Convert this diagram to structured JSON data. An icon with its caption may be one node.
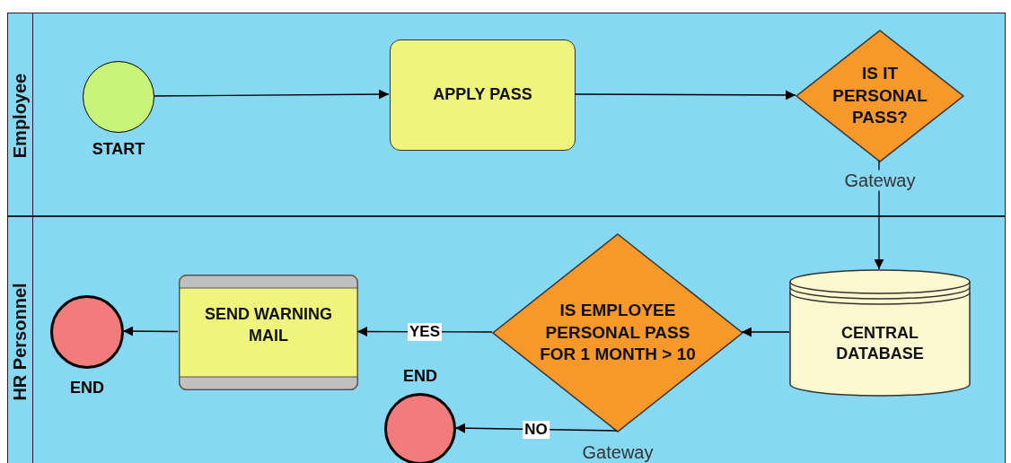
{
  "diagram": {
    "nodes": [
      {
        "text": [
          "Employee"
        ]
      },
      {
        "text": [
          "HR Personnel"
        ]
      },
      {
        "text": [
          "START"
        ],
        "in": 0
      },
      {
        "text": [
          "APPLY PASS"
        ],
        "in": 0
      },
      {
        "text": [
          "IS IT PERSONAL PASS?"
        ],
        "in": 0,
        "beside": [
          "Gateway"
        ]
      },
      {
        "text": [
          "CENTRAL DATABASE"
        ],
        "in": 1
      },
      {
        "text": [
          "IS EMPLOYEE PERSONAL PASS FOR 1 MONTH > 10"
        ],
        "in": 1,
        "beside": [
          "Gateway"
        ]
      },
      {
        "text": [
          "SEND WARNING MAIL"
        ],
        "in": 1
      },
      {
        "text": [
          "END"
        ],
        "in": 1
      },
      {
        "text": [
          "END"
        ],
        "in": 1
      }
    ],
    "edges": [
      {
        "from": 2,
        "to": 3,
        "arrow": "to"
      },
      {
        "from": 3,
        "to": 4,
        "arrow": "to"
      },
      {
        "from": 4,
        "to": 5,
        "arrow": "to"
      },
      {
        "from": 5,
        "to": 6,
        "arrow": "to"
      },
      {
        "from": 6,
        "to": 7,
        "arrow": "to",
        "label": "YES"
      },
      {
        "from": 7,
        "to": 8,
        "arrow": "to"
      },
      {
        "from": 6,
        "to": 9,
        "arrow": "to",
        "label": "NO"
      }
    ]
  }
}
